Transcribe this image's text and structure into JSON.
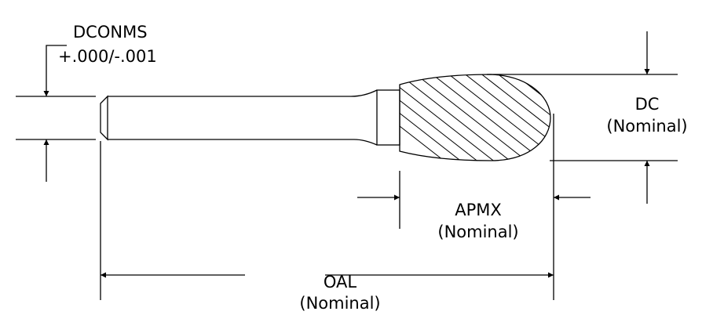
{
  "labels": {
    "dconms": "DCONMS",
    "dconms_tol": "+.000/-.001",
    "dc": "DC",
    "dc_note": "(Nominal)",
    "apmx": "APMX",
    "apmx_note": "(Nominal)",
    "oal": "OAL",
    "oal_note": "(Nominal)"
  },
  "colors": {
    "line": "#000000",
    "background": "#ffffff"
  }
}
